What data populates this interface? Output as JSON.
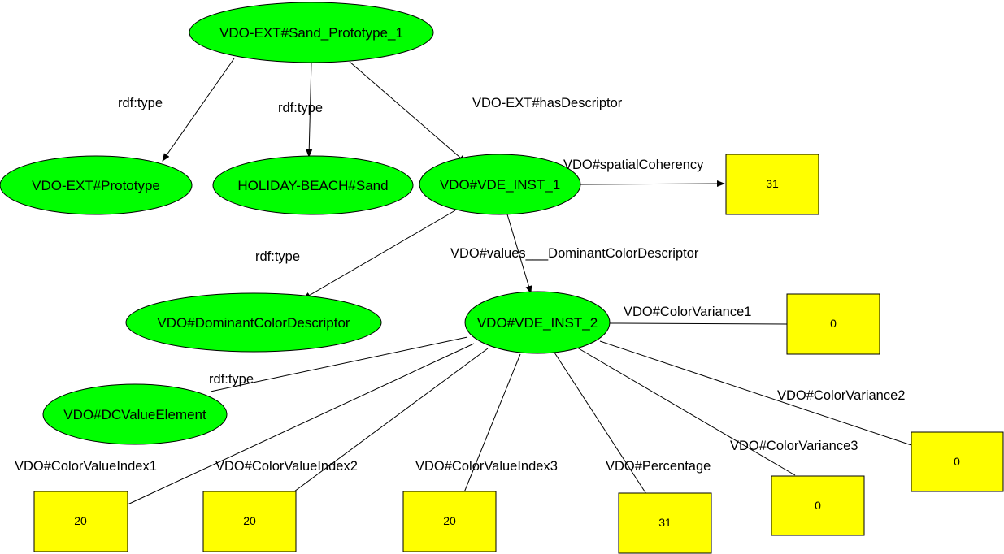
{
  "colors": {
    "resource_fill": "#00ff00",
    "literal_fill": "#ffff00",
    "stroke": "#000000",
    "background": "#ffffff"
  },
  "nodes": {
    "sand_prototype": "VDO-EXT#Sand_Prototype_1",
    "prototype": "VDO-EXT#Prototype",
    "holiday_sand": "HOLIDAY-BEACH#Sand",
    "vde_inst_1": "VDO#VDE_INST_1",
    "dominant_color_descriptor": "VDO#DominantColorDescriptor",
    "vde_inst_2": "VDO#VDE_INST_2",
    "dc_value_element": "VDO#DCValueElement"
  },
  "literals": {
    "spatial_coherency": "31",
    "color_variance1": "0",
    "color_variance2": "0",
    "color_variance3": "0",
    "percentage": "31",
    "color_value_index1": "20",
    "color_value_index2": "20",
    "color_value_index3": "20"
  },
  "edges": {
    "rdf_type_prototype": "rdf:type",
    "rdf_type_sand": "rdf:type",
    "has_descriptor": "VDO-EXT#hasDescriptor",
    "spatial_coherency": "VDO#spatialCoherency",
    "rdf_type_dominant": "rdf:type",
    "values_dominant": "VDO#values___DominantColorDescriptor",
    "color_variance1": "VDO#ColorVariance1",
    "rdf_type_dcvalue": "rdf:type",
    "color_variance2": "VDO#ColorVariance2",
    "color_variance3": "VDO#ColorVariance3",
    "color_value_index1": "VDO#ColorValueIndex1",
    "color_value_index2": "VDO#ColorValueIndex2",
    "color_value_index3": "VDO#ColorValueIndex3",
    "percentage": "VDO#Percentage"
  }
}
